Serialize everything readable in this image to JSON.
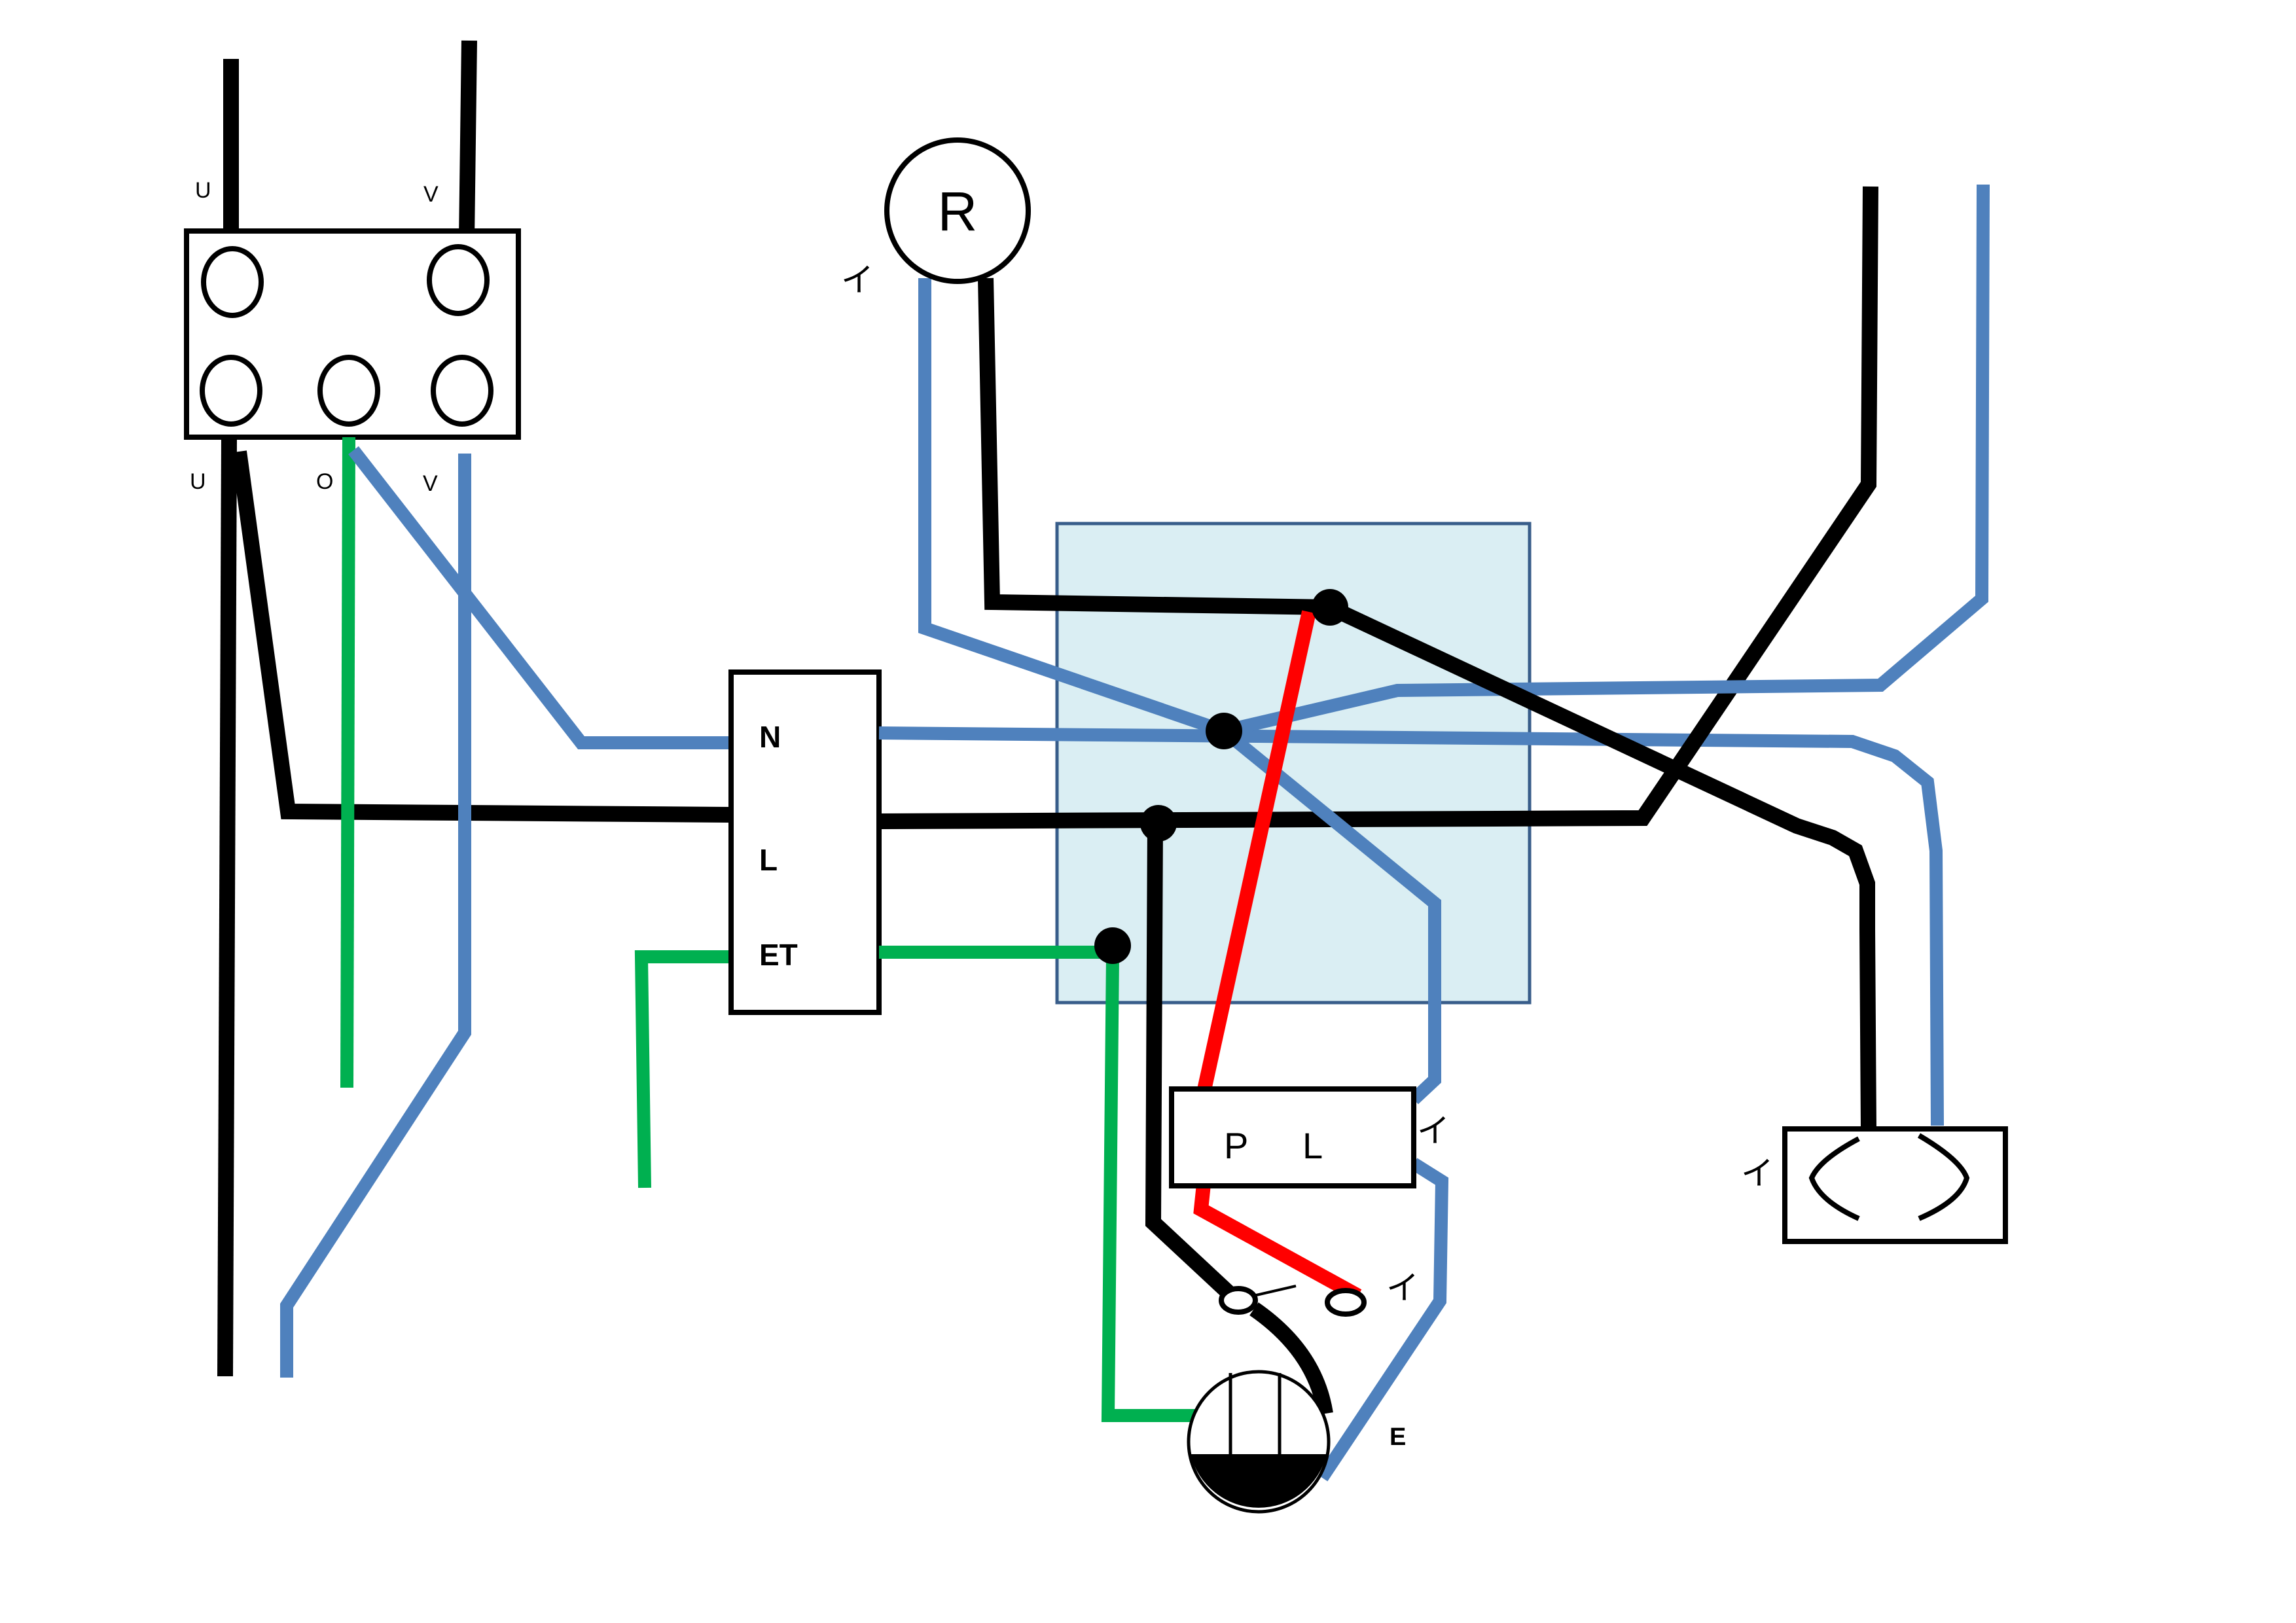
{
  "diagram": {
    "type": "wiring-diagram",
    "colors": {
      "neutral": "#4f81bd",
      "line": "#000000",
      "earth": "#00b050",
      "switched": "#ff0000",
      "junction_box_fill": "#daeef3",
      "junction_box_border": "#385d8a"
    },
    "breaker": {
      "top_labels": [
        "U",
        "V"
      ],
      "bottom_labels": [
        "U",
        "O",
        "V"
      ]
    },
    "terminal_block": {
      "labels": [
        "N",
        "L",
        "ET"
      ]
    },
    "lamp_r": {
      "label": "R",
      "tag": "イ"
    },
    "pilot_lamp": {
      "label_p": "P",
      "label_l": "L",
      "tag": "イ"
    },
    "switch": {
      "tag": "イ"
    },
    "lighting_fixture": {
      "label": "E"
    },
    "outlet": {
      "tag": "イ"
    }
  }
}
